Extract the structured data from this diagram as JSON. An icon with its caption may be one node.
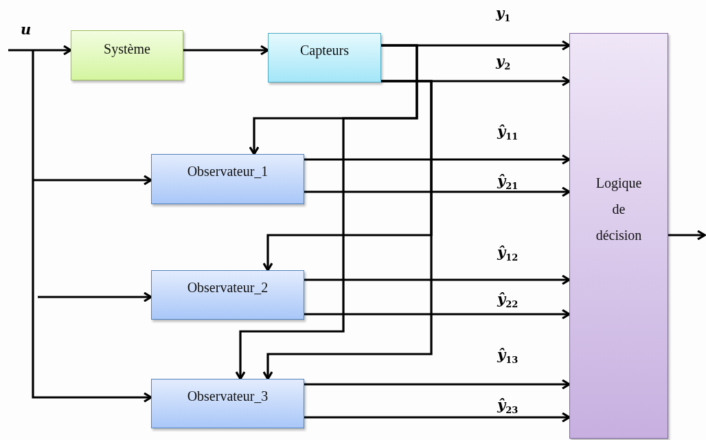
{
  "diagram": {
    "nodes": [
      {
        "text": [
          "Système"
        ]
      },
      {
        "text": [
          "Capteurs"
        ]
      },
      {
        "text": [
          "Observateur_1"
        ]
      },
      {
        "text": [
          "Observateur_2"
        ]
      },
      {
        "text": [
          "Observateur_3"
        ]
      },
      {
        "text": [
          "Logique de décision"
        ]
      }
    ],
    "edges": [
      {
        "from": null,
        "to": 0,
        "arrow": "to",
        "label": "u"
      },
      {
        "from": null,
        "to": 2,
        "arrow": "to"
      },
      {
        "from": null,
        "to": 3,
        "arrow": "to"
      },
      {
        "from": null,
        "to": 4,
        "arrow": "to"
      },
      {
        "from": 0,
        "to": 1,
        "arrow": "to"
      },
      {
        "from": 1,
        "to": 5,
        "arrow": "to",
        "label": "y$_{1}$"
      },
      {
        "from": 1,
        "to": 5,
        "arrow": "to",
        "label": "y$_{2}$"
      },
      {
        "from": 1,
        "to": 2,
        "arrow": "to"
      },
      {
        "from": 1,
        "to": 4,
        "arrow": "to"
      },
      {
        "from": 1,
        "to": 3,
        "arrow": "to"
      },
      {
        "from": 1,
        "to": 4,
        "arrow": "to"
      },
      {
        "from": 2,
        "to": 5,
        "arrow": "to",
        "label": "ŷ$_{11}$"
      },
      {
        "from": 2,
        "to": 5,
        "arrow": "to",
        "label": "ŷ$_{21}$"
      },
      {
        "from": 3,
        "to": 5,
        "arrow": "to",
        "label": "ŷ$_{12}$"
      },
      {
        "from": 3,
        "to": 5,
        "arrow": "to",
        "label": "ŷ$_{22}$"
      },
      {
        "from": 4,
        "to": 5,
        "arrow": "to",
        "label": "ŷ$_{13}$"
      },
      {
        "from": 4,
        "to": 5,
        "arrow": "to",
        "label": "ŷ$_{23}$"
      },
      {
        "from": 5,
        "to": null,
        "arrow": "to"
      }
    ]
  }
}
